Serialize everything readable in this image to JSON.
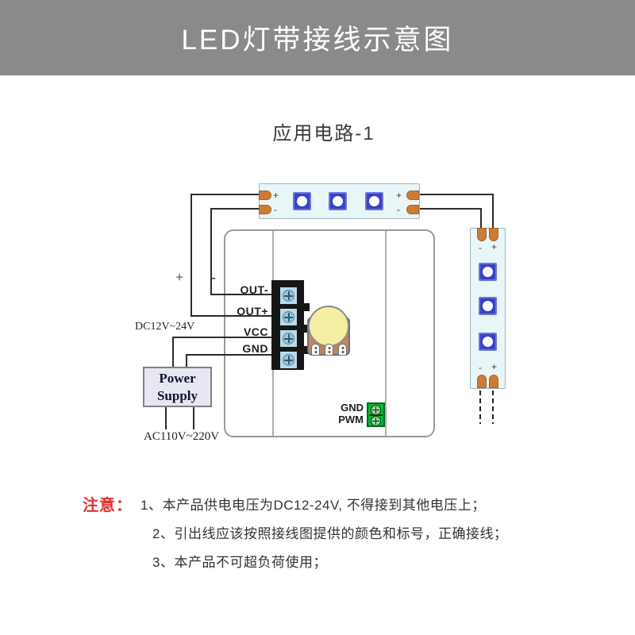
{
  "header": {
    "title": "LED灯带接线示意图"
  },
  "diagram": {
    "title": "应用电路-1",
    "marks": {
      "plus": "+",
      "minus": "-"
    },
    "dc_input_label": "DC12V~24V",
    "controller": {
      "terminals": [
        "OUT-",
        "OUT+",
        "VCC",
        "GND"
      ],
      "signal_labels": [
        "GND",
        "PWM"
      ]
    },
    "power_supply": {
      "name_line1": "Power",
      "name_line2": "Supply",
      "ac_input_label": "AC110V~220V"
    }
  },
  "notes": {
    "heading": "注意：",
    "items": [
      "1、本产品供电电压为DC12-24V, 不得接到其他电压上；",
      "2、引出线应该按照接线图提供的颜色和标号，正确接线；",
      "3、本产品不可超负荷使用；"
    ]
  },
  "colors": {
    "header_bg": "#8a8a8a",
    "strip_bg": "#e8f6f8",
    "strip_border": "#a3b6b8",
    "pad": "#cd7c35",
    "pad_border": "#a96425",
    "led_blue": "#3742c8",
    "wire": "#2b2b2b",
    "box_border": "#9a9a9a",
    "block_black": "#161616",
    "screw_bg": "#bcd9ea",
    "screw_circle": "#9cc4da",
    "pot_base": "#c2845c",
    "pot_knob": "#f4efa3",
    "green": "#0db437",
    "green_border": "#076b20",
    "ps_bg": "#e7e7f3",
    "note_red": "#e23333",
    "text_dark": "#333333"
  }
}
